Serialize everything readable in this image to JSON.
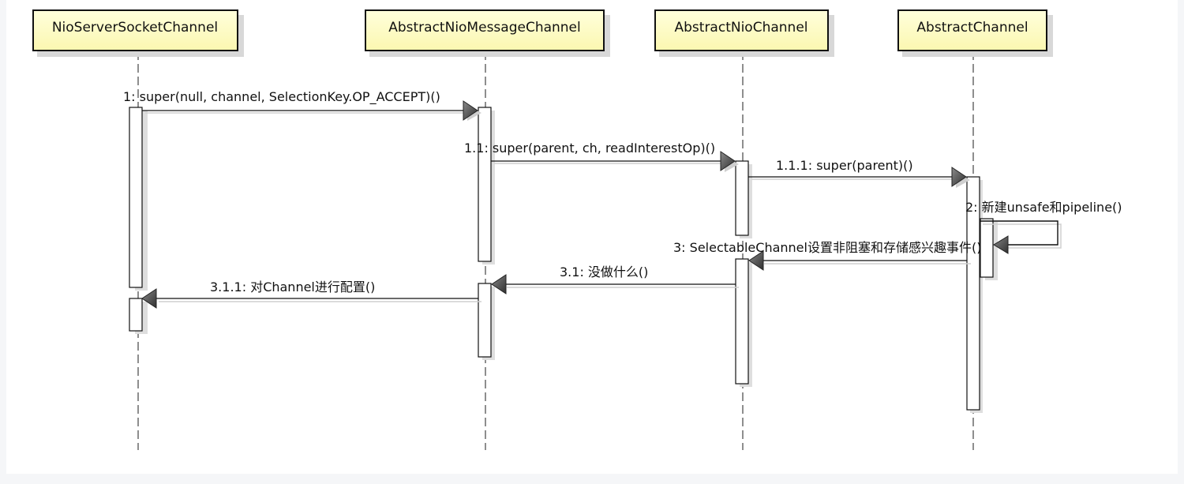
{
  "diagram": {
    "participants": [
      {
        "id": "p1",
        "name": "NioServerSocketChannel"
      },
      {
        "id": "p2",
        "name": "AbstractNioMessageChannel"
      },
      {
        "id": "p3",
        "name": "AbstractNioChannel"
      },
      {
        "id": "p4",
        "name": "AbstractChannel"
      }
    ],
    "messages": [
      {
        "id": "m1",
        "from": "p1",
        "to": "p2",
        "label": "1: super(null, channel, SelectionKey.OP_ACCEPT)()"
      },
      {
        "id": "m11",
        "from": "p2",
        "to": "p3",
        "label": "1.1: super(parent, ch, readInterestOp)()"
      },
      {
        "id": "m111",
        "from": "p3",
        "to": "p4",
        "label": "1.1.1: super(parent)()"
      },
      {
        "id": "m2",
        "from": "p4",
        "to": "p4",
        "label": "2: 新建unsafe和pipeline()"
      },
      {
        "id": "m3",
        "from": "p4",
        "to": "p3",
        "label": "3: SelectableChannel设置非阻塞和存储感兴趣事件()"
      },
      {
        "id": "m31",
        "from": "p3",
        "to": "p2",
        "label": "3.1: 没做什么()"
      },
      {
        "id": "m311",
        "from": "p2",
        "to": "p1",
        "label": "3.1.1: 对Channel进行配置()"
      }
    ]
  }
}
